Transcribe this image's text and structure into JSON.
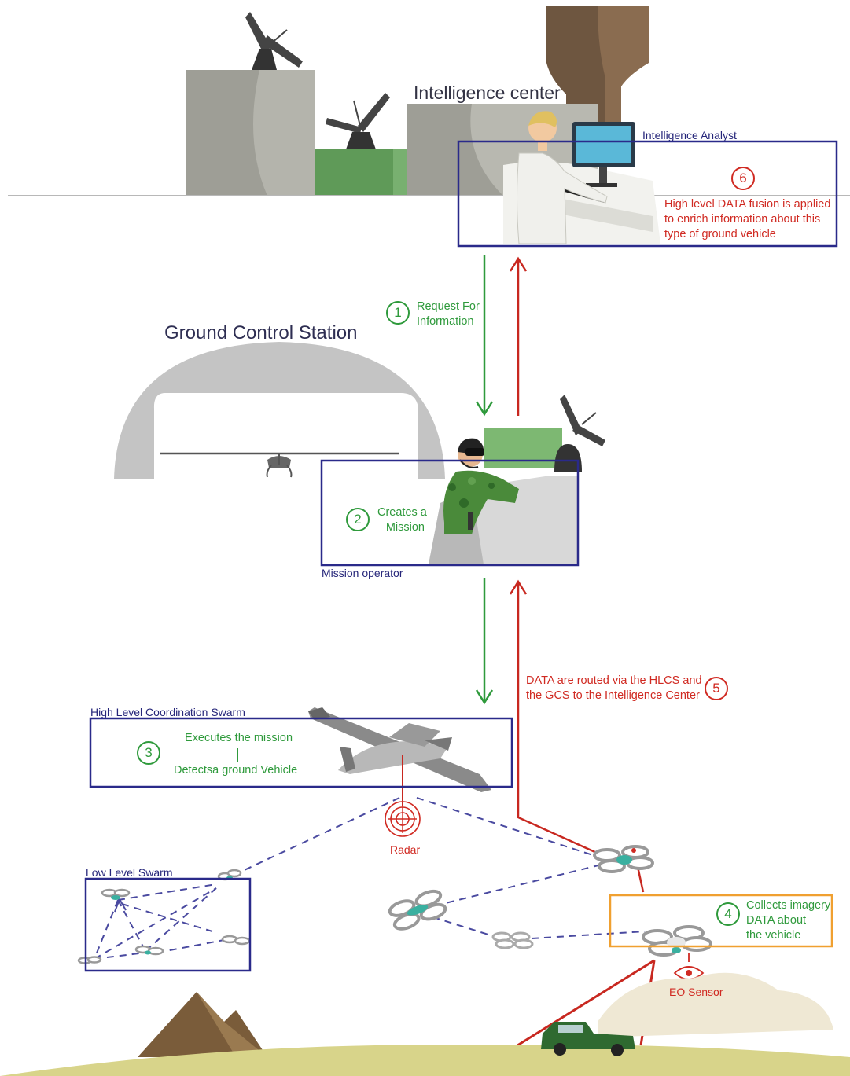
{
  "titles": {
    "intelligence_center": "Intelligence center",
    "ground_control_station": "Ground Control Station"
  },
  "boxes": {
    "intelligence_analyst": "Intelligence Analyst",
    "mission_operator": "Mission operator",
    "hlcs": "High Level Coordination Swarm",
    "low_level_swarm": "Low Level Swarm"
  },
  "steps": [
    {
      "number": "1",
      "text_line1": "Request For",
      "text_line2": "Information",
      "color": "#2f9a3c"
    },
    {
      "number": "2",
      "text_line1": "Creates a",
      "text_line2": "Mission",
      "color": "#2f9a3c"
    },
    {
      "number": "3",
      "text_line1": "Executes the mission",
      "text_line2": "Detectsa ground Vehicle",
      "color": "#2f9a3c"
    },
    {
      "number": "4",
      "text_line1": "Collects imagery",
      "text_line2": "DATA about",
      "text_line3": "the vehicle",
      "color": "#2f9a3c"
    },
    {
      "number": "5",
      "text_line1": "DATA are routed via the HLCS and",
      "text_line2": "the GCS to the Intelligence Center",
      "color": "#d02a22"
    },
    {
      "number": "6",
      "text_line1": "High level DATA fusion is applied",
      "text_line2": "to enrich information  about this",
      "text_line3": "type of ground vehicle",
      "color": "#d02a22"
    }
  ],
  "sensors": {
    "radar": "Radar",
    "eo_sensor": "EO Sensor"
  },
  "colors": {
    "request_arrow": "#2f9a3c",
    "data_arrow": "#d02a22",
    "box_border": "#2a2a8a",
    "eo_box_border": "#f0a030",
    "swarm_link": "#4a4aa0"
  }
}
